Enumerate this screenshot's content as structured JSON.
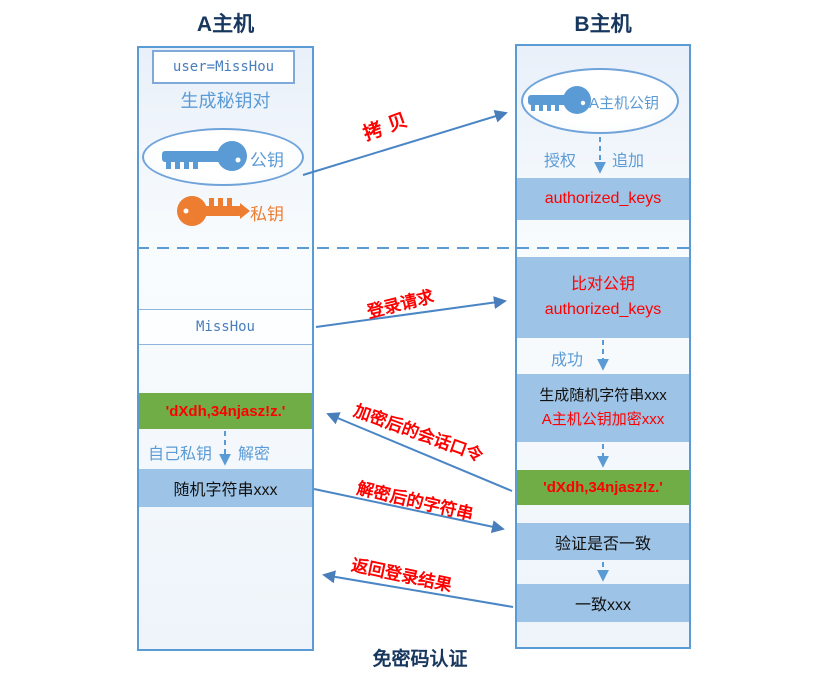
{
  "colors": {
    "accent_blue": "#5b9bd5",
    "bar_blue": "#9dc3e6",
    "green": "#70ad47",
    "red": "#ff0000",
    "navy": "#17375e",
    "orange": "#ed7d31"
  },
  "host_a": {
    "title": "A主机",
    "user_box": "user=MissHou",
    "keygen_label": "生成秘钥对",
    "public_key_label": "公钥",
    "private_key_label": "私钥",
    "login_user": "MissHou",
    "session_string": "'dXdh,34njasz!z.'",
    "own_private_key_label": "自己私钥",
    "decrypt_label": "解密",
    "random_string": "随机字符串xxx"
  },
  "host_b": {
    "title": "B主机",
    "pubkey_label": "A主机公钥",
    "authorize_label": "授权",
    "append_label": "追加",
    "authorized_keys": "authorized_keys",
    "compare_line1": "比对公钥",
    "compare_line2": "authorized_keys",
    "success_label": "成功",
    "generate_line1": "生成随机字符串xxx",
    "generate_line2": "A主机公钥加密xxx",
    "session_string": "'dXdh,34njasz!z.'",
    "verify_label": "验证是否一致",
    "match_label": "一致xxx"
  },
  "arrows": {
    "copy": "拷贝",
    "login_request": "登录请求",
    "encrypted_session": "加密后的会话口令",
    "decrypted_string": "解密后的字符串",
    "return_result": "返回登录结果"
  },
  "caption": "免密码认证"
}
